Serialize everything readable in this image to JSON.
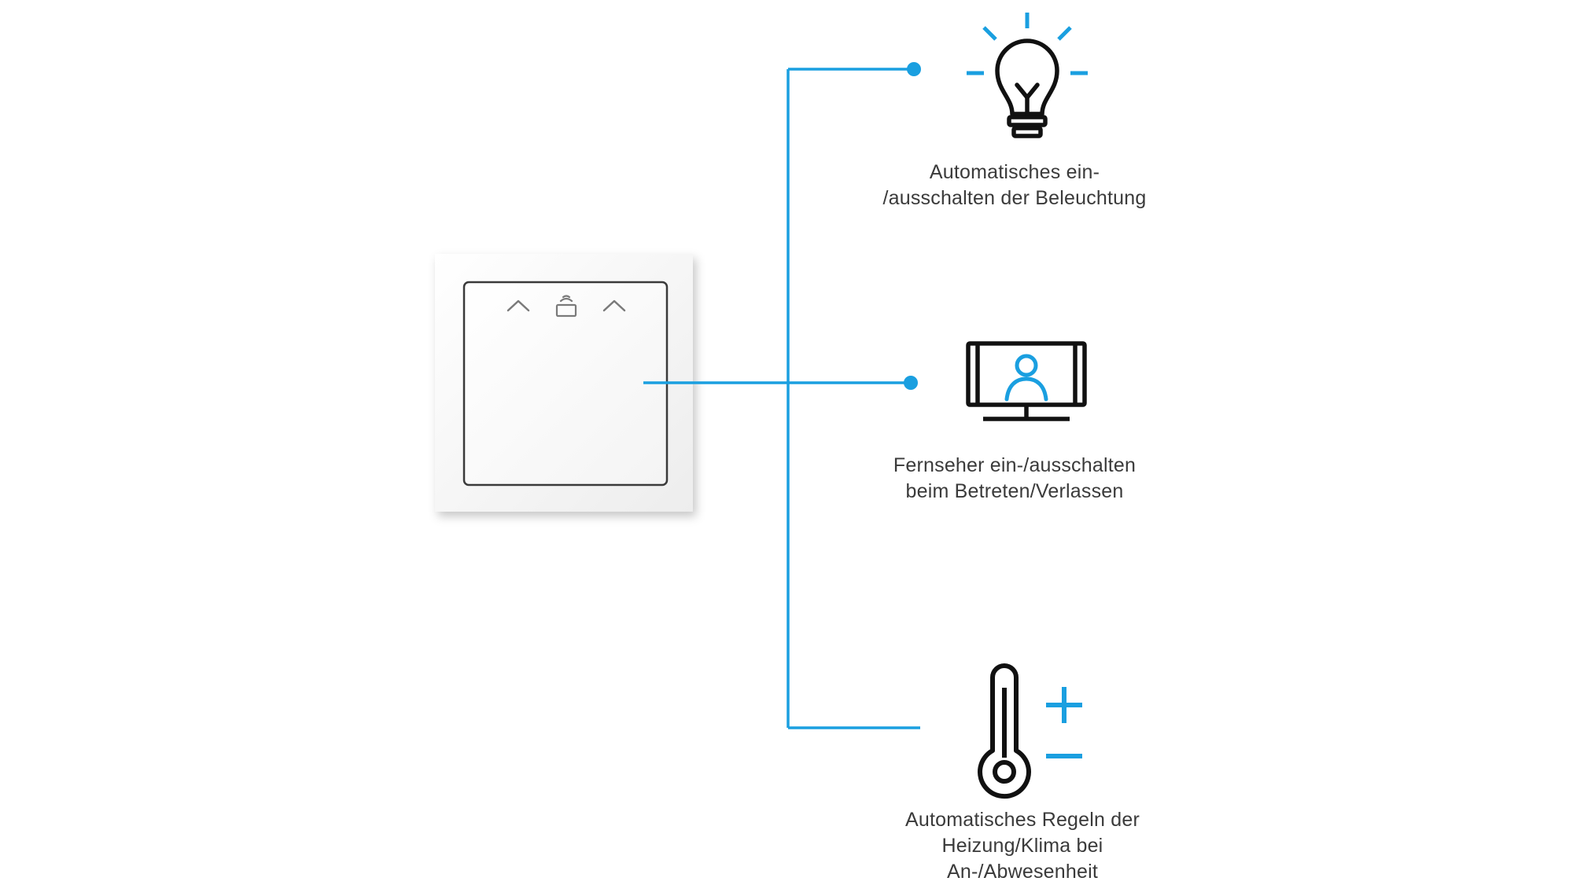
{
  "colors": {
    "connector": "#1a9fe0",
    "icon_stroke": "#111111",
    "icon_accent": "#1a9fe0",
    "switch_frame": "#f5f5f5",
    "switch_rocker": "#ffffff",
    "text": "#3a3a3a"
  },
  "device": {
    "name_icon": "wall-switch-presence-detector-icon",
    "symbols": [
      "chevron-up-icon",
      "sensor-window-icon",
      "chevron-up-icon"
    ]
  },
  "functions": [
    {
      "icon": "light-bulb-icon",
      "label_lines": [
        "Automatisches ein-",
        "/ausschalten der Beleuchtung"
      ]
    },
    {
      "icon": "tv-person-icon",
      "label_lines": [
        "Fernseher ein-/ausschalten",
        "beim Betreten/Verlassen"
      ]
    },
    {
      "icon": "thermometer-plus-minus-icon",
      "label_lines": [
        "Automatisches Regeln der",
        "Heizung/Klima bei",
        "An-/Abwesenheit"
      ]
    }
  ]
}
